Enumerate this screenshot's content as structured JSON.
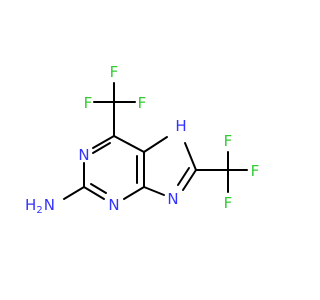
{
  "molecule": {
    "colors": {
      "carbon_bond": "#000000",
      "nitrogen": "#3333ff",
      "fluorine": "#33cc33"
    },
    "atom_labels": {
      "f_top_left": "F",
      "f_top": "F",
      "f_top_right": "F",
      "n_ring_left": "N",
      "nh_n": "N",
      "nh_h": "H",
      "n_imidazole": "N",
      "n_bottom": "N",
      "nh2": "H",
      "nh2_sub": "2",
      "nh2_n": "N",
      "f_right_top": "F",
      "f_right": "F",
      "f_right_bottom": "F"
    }
  }
}
